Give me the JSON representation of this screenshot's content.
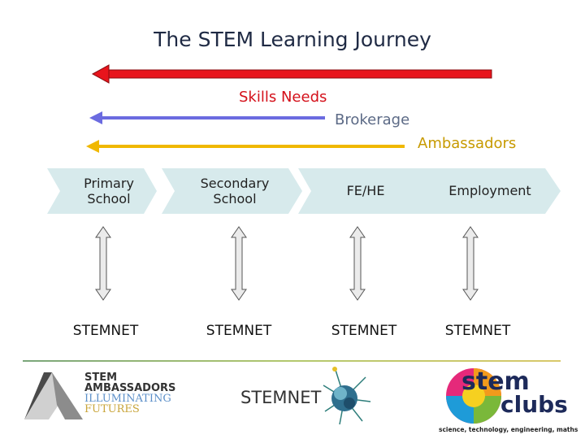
{
  "title": "The STEM Learning Journey",
  "arrows": [
    {
      "label": "Skills Needs",
      "color": "#e8141c"
    },
    {
      "label": "Brokerage",
      "color": "#6b6be0"
    },
    {
      "label": "Ambassadors",
      "color": "#f0b800"
    }
  ],
  "stages": [
    {
      "label_lines": [
        "Primary",
        "School"
      ],
      "partner": "STEMNET"
    },
    {
      "label_lines": [
        "Secondary",
        "School"
      ],
      "partner": "STEMNET"
    },
    {
      "label_lines": [
        "FE/HE"
      ],
      "partner": "STEMNET"
    },
    {
      "label_lines": [
        "Employment"
      ],
      "partner": "STEMNET"
    }
  ],
  "stage_color": "#d7eaec",
  "logos": {
    "ambassadors_lines": [
      "STEM",
      "AMBASSADORS",
      "ILLUMINATING",
      "FUTURES"
    ],
    "stemnet": "STEMNET",
    "stemclubs_main": [
      "stem",
      "clubs"
    ],
    "stemclubs_tagline": "science, technology, engineering, maths"
  }
}
